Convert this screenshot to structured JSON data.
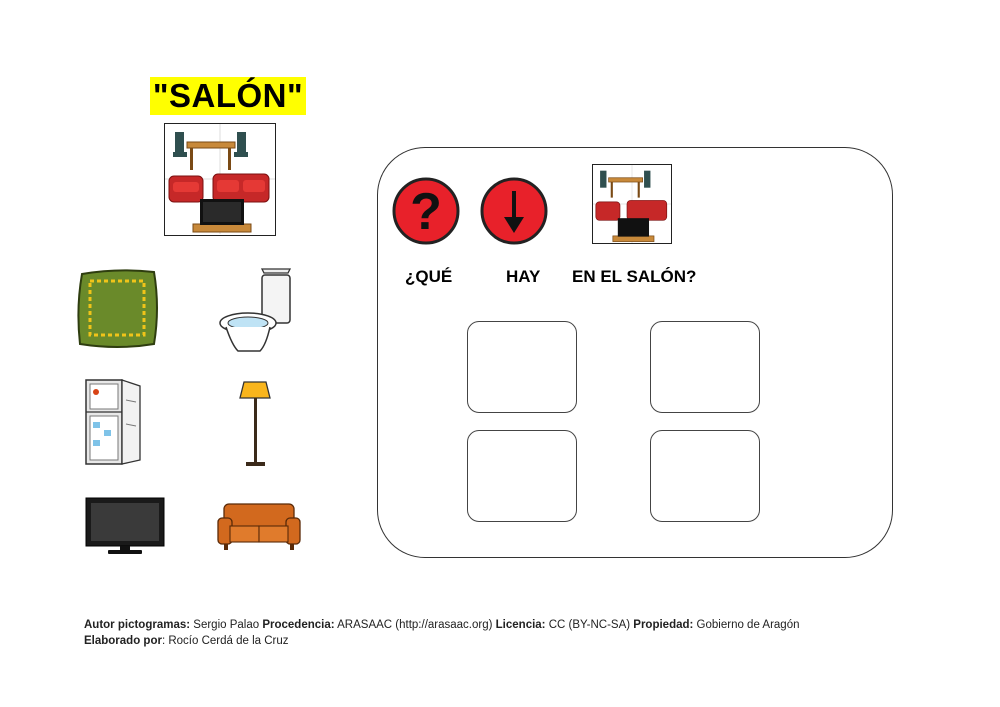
{
  "title": "\"SALÓN\"",
  "question": {
    "word1": "¿QUÉ",
    "word2": "HAY",
    "word3": "EN EL SALÓN?"
  },
  "items": [
    {
      "name": "cushion"
    },
    {
      "name": "toilet"
    },
    {
      "name": "refrigerator"
    },
    {
      "name": "floor-lamp"
    },
    {
      "name": "television"
    },
    {
      "name": "sofa"
    }
  ],
  "drop_slots": 4,
  "footer": {
    "l1_autor_label": "Autor pictogramas:",
    "l1_autor_value": "Sergio Palao",
    "l1_proc_label": "Procedencia:",
    "l1_proc_value": "ARASAAC (http://arasaac.org)",
    "l1_lic_label": "Licencia:",
    "l1_lic_value": "CC (BY-NC-SA)",
    "l1_prop_label": "Propiedad:",
    "l1_prop_value": "Gobierno de Aragón",
    "l2_label": "Elaborado por",
    "l2_value": ": Rocío Cerdá de la Cruz"
  },
  "colors": {
    "title_bg": "#ffff00",
    "question_red": "#e8212a",
    "sofa_red": "#c62828",
    "cushion_green": "#6a8a2a",
    "sofa_orange": "#d2691e"
  }
}
